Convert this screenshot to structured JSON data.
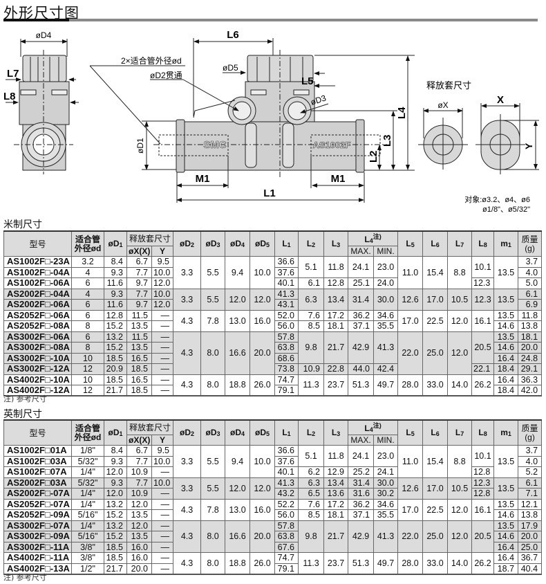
{
  "page_title": "外形尺寸图",
  "drawing": {
    "labels": {
      "D4": "øD4",
      "L7": "L7",
      "L8": "L8",
      "L6": "L6",
      "tube_od": "2×适合管外径ød",
      "D2": "øD2贯通",
      "D5": "øD5",
      "L5": "L5",
      "D3": "øD3",
      "D1": "øD1",
      "M1_left": "M1",
      "M1_right": "M1",
      "L1": "L1",
      "L2": "L2",
      "L3": "L3",
      "L4": "L4",
      "body_logo": "SMC",
      "body_model": "AS1002F"
    },
    "release_collar": {
      "title": "释放套尺寸",
      "X_round": "øX",
      "X": "X",
      "Y": "Y",
      "applies_line1": "对象:ø3.2、ø4、ø6",
      "applies_line2": "ø1/8\"、ø5/32\""
    }
  },
  "header": {
    "model": "型号",
    "tube_od_1": "适合管",
    "tube_od_2": "外径ød",
    "release": "释放套尺寸",
    "X": "øX(X)",
    "Y": "Y",
    "cols": [
      {
        "m": "øD",
        "s": "1"
      },
      {
        "m": "øD",
        "s": "2"
      },
      {
        "m": "øD",
        "s": "3"
      },
      {
        "m": "øD",
        "s": "4"
      },
      {
        "m": "øD",
        "s": "5"
      },
      {
        "m": "L",
        "s": "1"
      },
      {
        "m": "L",
        "s": "2"
      },
      {
        "m": "L",
        "s": "3"
      },
      {
        "m": "L",
        "s": "4"
      },
      {
        "m": "L",
        "s": "5"
      },
      {
        "m": "L",
        "s": "6"
      },
      {
        "m": "L",
        "s": "7"
      },
      {
        "m": "L",
        "s": "8"
      },
      {
        "m": "m",
        "s": "1"
      }
    ],
    "L4_note": "注)",
    "max": "MAX.",
    "min": "MIN.",
    "mass_1": "质量",
    "mass_2": "(g)"
  },
  "metric": {
    "title": "米制尺寸",
    "note": "注) 参考尺寸",
    "rows": [
      {
        "g": 0,
        "c": [
          [
            "AS1002F□-23A"
          ],
          [
            "3.2"
          ],
          [
            "8.4"
          ],
          [
            "6.7"
          ],
          [
            "9.5"
          ],
          [
            "3.3",
            3
          ],
          [
            "5.5",
            3
          ],
          [
            "9.4",
            3
          ],
          [
            "10.0",
            3
          ],
          [
            "36.6"
          ],
          [
            "5.1",
            2
          ],
          [
            "11.8",
            2
          ],
          [
            "24.1",
            2
          ],
          [
            "23.0",
            2
          ],
          [
            "11.0",
            3
          ],
          [
            "15.4",
            3
          ],
          [
            "8.8",
            3
          ],
          [
            "10.1",
            2
          ],
          [
            "13.5",
            3
          ],
          [
            "3.7"
          ]
        ]
      },
      {
        "g": 0,
        "c": [
          [
            "AS1002F□-04A"
          ],
          [
            "4"
          ],
          [
            "9.3"
          ],
          [
            "7.7"
          ],
          [
            "10.0"
          ],
          [
            "37.6"
          ],
          [
            "4.0"
          ]
        ]
      },
      {
        "g": 0,
        "c": [
          [
            "AS1002F□-06A"
          ],
          [
            "6"
          ],
          [
            "11.6"
          ],
          [
            "9.7"
          ],
          [
            "12.0"
          ],
          [
            "40.1"
          ],
          [
            "6.1"
          ],
          [
            "12.8"
          ],
          [
            "25.1"
          ],
          [
            "24.0"
          ],
          [
            "12.3"
          ],
          [
            "5.0"
          ]
        ]
      },
      {
        "g": 1,
        "c": [
          [
            "AS2002F□-04A"
          ],
          [
            "4"
          ],
          [
            "9.3"
          ],
          [
            "7.7"
          ],
          [
            "10.0"
          ],
          [
            "3.3",
            2
          ],
          [
            "5.5",
            2
          ],
          [
            "12.0",
            2
          ],
          [
            "12.0",
            2
          ],
          [
            "41.3"
          ],
          [
            "6.3",
            2
          ],
          [
            "13.4",
            2
          ],
          [
            "31.4",
            2
          ],
          [
            "30.0",
            2
          ],
          [
            "12.6",
            2
          ],
          [
            "17.0",
            2
          ],
          [
            "10.5",
            2
          ],
          [
            "12.3",
            2
          ],
          [
            "13.5",
            2
          ],
          [
            "6.1"
          ]
        ]
      },
      {
        "g": 1,
        "c": [
          [
            "AS2002F□-06A"
          ],
          [
            "6"
          ],
          [
            "11.6"
          ],
          [
            "9.7"
          ],
          [
            "12.0"
          ],
          [
            "43.1"
          ],
          [
            "6.9"
          ]
        ]
      },
      {
        "g": 0,
        "c": [
          [
            "AS2052F□-06A"
          ],
          [
            "6"
          ],
          [
            "12.8"
          ],
          [
            "11.5"
          ],
          [
            "—"
          ],
          [
            "4.3",
            2
          ],
          [
            "7.8",
            2
          ],
          [
            "13.0",
            2
          ],
          [
            "16.0",
            2
          ],
          [
            "52.0"
          ],
          [
            "7.6"
          ],
          [
            "17.2"
          ],
          [
            "36.2"
          ],
          [
            "34.6"
          ],
          [
            "17.0",
            2
          ],
          [
            "22.5",
            2
          ],
          [
            "12.0",
            2
          ],
          [
            "16.1",
            2
          ],
          [
            "13.5"
          ],
          [
            "11.8"
          ]
        ]
      },
      {
        "g": 0,
        "c": [
          [
            "AS2052F□-08A"
          ],
          [
            "8"
          ],
          [
            "15.2"
          ],
          [
            "13.5"
          ],
          [
            "—"
          ],
          [
            "56.0"
          ],
          [
            "8.5"
          ],
          [
            "18.1"
          ],
          [
            "37.1"
          ],
          [
            "35.5"
          ],
          [
            "14.6"
          ],
          [
            "13.8"
          ]
        ]
      },
      {
        "g": 1,
        "c": [
          [
            "AS3002F□-06A"
          ],
          [
            "6"
          ],
          [
            "13.2"
          ],
          [
            "11.5"
          ],
          [
            "—"
          ],
          [
            "4.3",
            4
          ],
          [
            "8.0",
            4
          ],
          [
            "16.6",
            4
          ],
          [
            "20.0",
            4
          ],
          [
            "57.8"
          ],
          [
            "9.8",
            3
          ],
          [
            "21.7",
            3
          ],
          [
            "42.9",
            3
          ],
          [
            "41.3",
            3
          ],
          [
            "22.0",
            4
          ],
          [
            "25.0",
            4
          ],
          [
            "12.0",
            4
          ],
          [
            "20.5",
            3
          ],
          [
            "13.5"
          ],
          [
            "18.1"
          ]
        ]
      },
      {
        "g": 1,
        "c": [
          [
            "AS3002F□-08A"
          ],
          [
            "8"
          ],
          [
            "15.2"
          ],
          [
            "13.5"
          ],
          [
            "—"
          ],
          [
            "63.8"
          ],
          [
            "14.6"
          ],
          [
            "20.0"
          ]
        ]
      },
      {
        "g": 1,
        "c": [
          [
            "AS3002F□-10A"
          ],
          [
            "10"
          ],
          [
            "18.5"
          ],
          [
            "16.5"
          ],
          [
            "—"
          ],
          [
            "68.6"
          ],
          [
            "16.4"
          ],
          [
            "24.8"
          ]
        ]
      },
      {
        "g": 1,
        "c": [
          [
            "AS3002F□-12A"
          ],
          [
            "12"
          ],
          [
            "20.9"
          ],
          [
            "18.5"
          ],
          [
            "—"
          ],
          [
            "73.8"
          ],
          [
            "10.9"
          ],
          [
            "22.8"
          ],
          [
            "44.0"
          ],
          [
            "42.4"
          ],
          [
            "22.1"
          ],
          [
            "18.4"
          ],
          [
            "29.1"
          ]
        ]
      },
      {
        "g": 0,
        "c": [
          [
            "AS4002F□-10A"
          ],
          [
            "10"
          ],
          [
            "18.5"
          ],
          [
            "16.5"
          ],
          [
            "—"
          ],
          [
            "4.3",
            2
          ],
          [
            "8.0",
            2
          ],
          [
            "18.8",
            2
          ],
          [
            "26.0",
            2
          ],
          [
            "74.7"
          ],
          [
            "11.3",
            2
          ],
          [
            "23.7",
            2
          ],
          [
            "51.3",
            2
          ],
          [
            "49.7",
            2
          ],
          [
            "28.0",
            2
          ],
          [
            "33.0",
            2
          ],
          [
            "14.0",
            2
          ],
          [
            "26.2",
            2
          ],
          [
            "16.4"
          ],
          [
            "36.3"
          ]
        ]
      },
      {
        "g": 0,
        "c": [
          [
            "AS4002F□-12A"
          ],
          [
            "12"
          ],
          [
            "21.7"
          ],
          [
            "18.5"
          ],
          [
            "—"
          ],
          [
            "79.1"
          ],
          [
            "18.4"
          ],
          [
            "42.0"
          ]
        ]
      }
    ]
  },
  "imperial": {
    "title": "英制尺寸",
    "note": "注) 参考尺寸",
    "rows": [
      {
        "g": 0,
        "c": [
          [
            "AS1002F□01A"
          ],
          [
            "1/8\""
          ],
          [
            "8.4"
          ],
          [
            "6.7"
          ],
          [
            "9.5"
          ],
          [
            "3.3",
            3
          ],
          [
            "5.5",
            3
          ],
          [
            "9.4",
            3
          ],
          [
            "10.0",
            3
          ],
          [
            "36.6"
          ],
          [
            "5.1",
            2
          ],
          [
            "11.8",
            2
          ],
          [
            "24.1",
            2
          ],
          [
            "23.0",
            2
          ],
          [
            "11.0",
            3
          ],
          [
            "15.4",
            3
          ],
          [
            "8.8",
            3
          ],
          [
            "10.1",
            2
          ],
          [
            "13.5",
            3
          ],
          [
            "3.7"
          ]
        ]
      },
      {
        "g": 0,
        "c": [
          [
            "AS1002F□03A"
          ],
          [
            "5/32\""
          ],
          [
            "9.3"
          ],
          [
            "7.7"
          ],
          [
            "10.0"
          ],
          [
            "37.6"
          ],
          [
            "4.0"
          ]
        ]
      },
      {
        "g": 0,
        "c": [
          [
            "AS1002F□07A"
          ],
          [
            "1/4\""
          ],
          [
            "12.0"
          ],
          [
            "10.9"
          ],
          [
            "—"
          ],
          [
            "40.1"
          ],
          [
            "6.2"
          ],
          [
            "12.9"
          ],
          [
            "25.2"
          ],
          [
            "24.1"
          ],
          [
            "12.8"
          ],
          [
            "5.2"
          ]
        ]
      },
      {
        "g": 1,
        "c": [
          [
            "AS2002F□03A"
          ],
          [
            "5/32\""
          ],
          [
            "9.3"
          ],
          [
            "7.7"
          ],
          [
            "10.0"
          ],
          [
            "3.3",
            2
          ],
          [
            "5.5",
            2
          ],
          [
            "12.0",
            2
          ],
          [
            "12.0",
            2
          ],
          [
            "41.3"
          ],
          [
            "6.3"
          ],
          [
            "13.4"
          ],
          [
            "31.4"
          ],
          [
            "30.0"
          ],
          [
            "12.6",
            2
          ],
          [
            "17.0",
            2
          ],
          [
            "10.5",
            2
          ],
          [
            "12.3"
          ],
          [
            "13.5",
            2
          ],
          [
            "6.1"
          ]
        ]
      },
      {
        "g": 1,
        "c": [
          [
            "AS2002F□-07A"
          ],
          [
            "1/4\""
          ],
          [
            "12.0"
          ],
          [
            "10.9"
          ],
          [
            "—"
          ],
          [
            "43.2"
          ],
          [
            "6.5"
          ],
          [
            "13.6"
          ],
          [
            "31.6"
          ],
          [
            "30.2"
          ],
          [
            "12.8"
          ],
          [
            "7.1"
          ]
        ]
      },
      {
        "g": 0,
        "c": [
          [
            "AS2052F□-07A"
          ],
          [
            "1/4\""
          ],
          [
            "13.2"
          ],
          [
            "12.0"
          ],
          [
            "—"
          ],
          [
            "4.3",
            2
          ],
          [
            "7.8",
            2
          ],
          [
            "13.0",
            2
          ],
          [
            "16.0",
            2
          ],
          [
            "52.2"
          ],
          [
            "7.6"
          ],
          [
            "17.2"
          ],
          [
            "36.2"
          ],
          [
            "34.6"
          ],
          [
            "17.0",
            2
          ],
          [
            "22.5",
            2
          ],
          [
            "12.0",
            2
          ],
          [
            "16.1",
            2
          ],
          [
            "13.5"
          ],
          [
            "12.1"
          ]
        ]
      },
      {
        "g": 0,
        "c": [
          [
            "AS2052F□-09A"
          ],
          [
            "5/16\""
          ],
          [
            "15.2"
          ],
          [
            "13.5"
          ],
          [
            "—"
          ],
          [
            "56.0"
          ],
          [
            "8.5"
          ],
          [
            "18.1"
          ],
          [
            "37.1"
          ],
          [
            "35.5"
          ],
          [
            "14.6"
          ],
          [
            "13.8"
          ]
        ]
      },
      {
        "g": 1,
        "c": [
          [
            "AS3002F□-07A"
          ],
          [
            "1/4\""
          ],
          [
            "13.2"
          ],
          [
            "12.0"
          ],
          [
            "—"
          ],
          [
            "4.3",
            3
          ],
          [
            "8.0",
            3
          ],
          [
            "16.6",
            3
          ],
          [
            "20.0",
            3
          ],
          [
            "57.8"
          ],
          [
            "9.8",
            3
          ],
          [
            "21.7",
            3
          ],
          [
            "42.9",
            3
          ],
          [
            "41.3",
            3
          ],
          [
            "22.0",
            3
          ],
          [
            "25.0",
            3
          ],
          [
            "12.0",
            3
          ],
          [
            "20.5",
            3
          ],
          [
            "13.5"
          ],
          [
            "17.9"
          ]
        ]
      },
      {
        "g": 1,
        "c": [
          [
            "AS3002F□-09A"
          ],
          [
            "5/16\""
          ],
          [
            "15.2"
          ],
          [
            "13.5"
          ],
          [
            "—"
          ],
          [
            "63.8"
          ],
          [
            "14.6"
          ],
          [
            "20.0"
          ]
        ]
      },
      {
        "g": 1,
        "c": [
          [
            "AS3002F□-11A"
          ],
          [
            "3/8\""
          ],
          [
            "18.5"
          ],
          [
            "16.0"
          ],
          [
            "—"
          ],
          [
            "67.6"
          ],
          [
            "16.4"
          ],
          [
            "25.0"
          ]
        ]
      },
      {
        "g": 0,
        "c": [
          [
            "AS4002F□-11A"
          ],
          [
            "3/8\""
          ],
          [
            "18.5"
          ],
          [
            "16.0"
          ],
          [
            "—"
          ],
          [
            "4.3",
            2
          ],
          [
            "8.0",
            2
          ],
          [
            "18.8",
            2
          ],
          [
            "26.0",
            2
          ],
          [
            "74.7"
          ],
          [
            "11.3",
            2
          ],
          [
            "23.7",
            2
          ],
          [
            "51.3",
            2
          ],
          [
            "49.7",
            2
          ],
          [
            "28.0",
            2
          ],
          [
            "33.0",
            2
          ],
          [
            "14.0",
            2
          ],
          [
            "26.2",
            2
          ],
          [
            "16.4"
          ],
          [
            "36.7"
          ]
        ]
      },
      {
        "g": 0,
        "c": [
          [
            "AS4002F□-13A"
          ],
          [
            "1/2\""
          ],
          [
            "21.7"
          ],
          [
            "20.0"
          ],
          [
            "—"
          ],
          [
            "79.1"
          ],
          [
            "18.7"
          ],
          [
            "40.4"
          ]
        ]
      }
    ]
  }
}
